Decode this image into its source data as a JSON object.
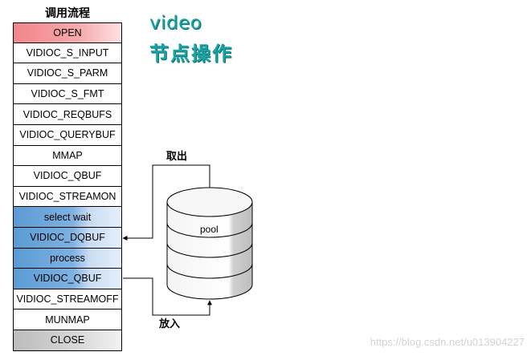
{
  "flow": {
    "title": "调用流程",
    "steps": [
      {
        "label": "OPEN",
        "style": "open"
      },
      {
        "label": "VIDIOC_S_INPUT",
        "style": "plain"
      },
      {
        "label": "VIDIOC_S_PARM",
        "style": "plain"
      },
      {
        "label": "VIDIOC_S_FMT",
        "style": "plain"
      },
      {
        "label": "VIDIOC_REQBUFS",
        "style": "plain"
      },
      {
        "label": "VIDIOC_QUERYBUF",
        "style": "plain"
      },
      {
        "label": "MMAP",
        "style": "plain"
      },
      {
        "label": "VIDIOC_QBUF",
        "style": "plain"
      },
      {
        "label": "VIDIOC_STREAMON",
        "style": "plain"
      },
      {
        "label": "select wait",
        "style": "blue"
      },
      {
        "label": "VIDIOC_DQBUF",
        "style": "blue"
      },
      {
        "label": "process",
        "style": "blue"
      },
      {
        "label": "VIDIOC_QBUF",
        "style": "blue"
      },
      {
        "label": "VIDIOC_STREAMOFF",
        "style": "plain"
      },
      {
        "label": "MUNMAP",
        "style": "plain"
      },
      {
        "label": "CLOSE",
        "style": "close"
      }
    ]
  },
  "heading": {
    "line1": "video",
    "line2": "节点操作"
  },
  "pool": {
    "label": "pool"
  },
  "arrows": {
    "take_out": "取出",
    "put_in": "放入"
  },
  "watermark": "https://blog.csdn.net/u013904227",
  "colors": {
    "heading": "#1aa3a3",
    "open": "#f2858a",
    "blue": "#5b9bd5",
    "close": "#bcbcbc"
  }
}
